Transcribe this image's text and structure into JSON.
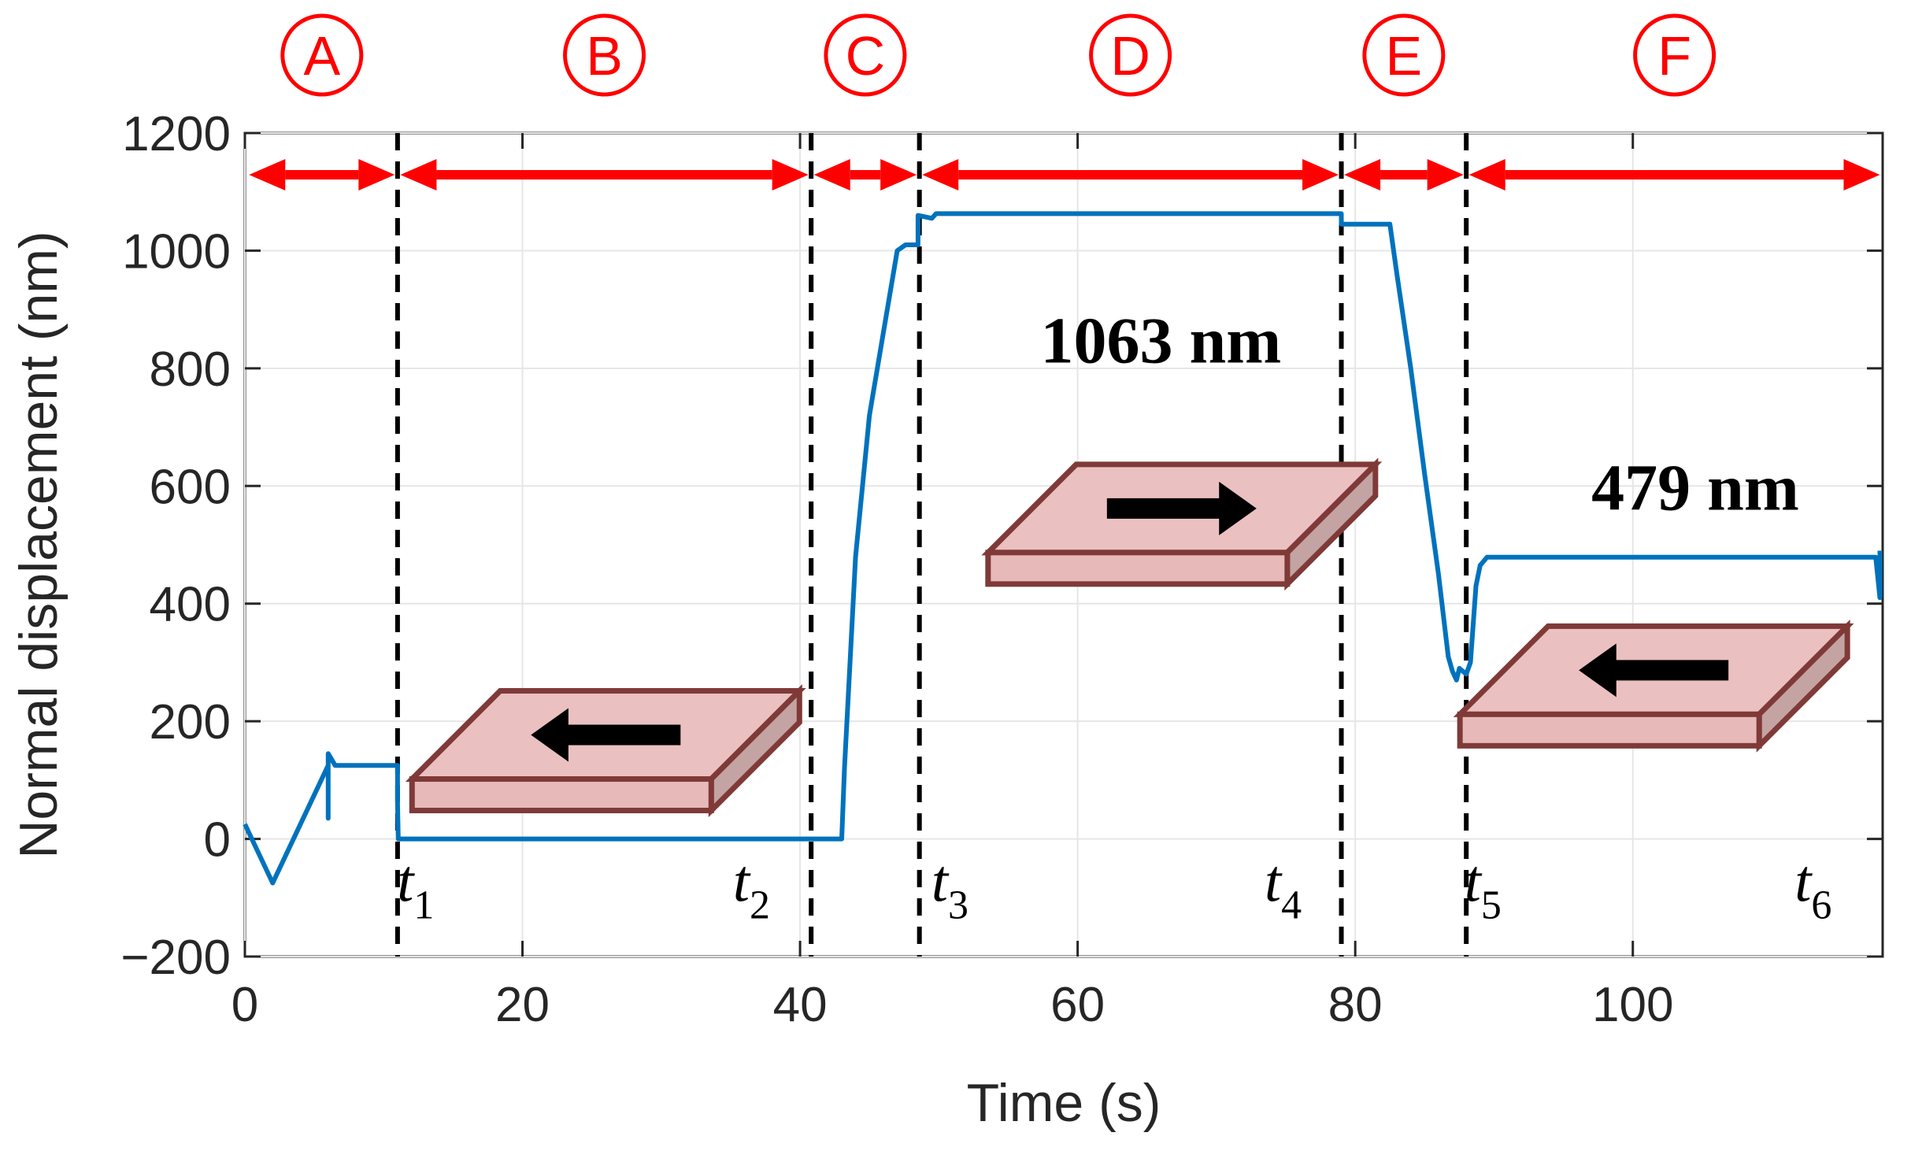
{
  "chart_data": {
    "type": "line",
    "xlabel": "Time (s)",
    "ylabel": "Normal displacement (nm)",
    "xlim": [
      0,
      118
    ],
    "ylim": [
      -200,
      1200
    ],
    "xticks": [
      0,
      20,
      40,
      60,
      80,
      100
    ],
    "yticks": [
      -200,
      0,
      200,
      400,
      600,
      800,
      1000,
      1200
    ],
    "ytick_labels": [
      "−200",
      "0",
      "200",
      "400",
      "600",
      "800",
      "1000",
      "1200"
    ],
    "series_color": "#0072bd",
    "series": [
      {
        "x": [
          0,
          2,
          6,
          6,
          6,
          6.5,
          11,
          11,
          11.05,
          30,
          41,
          43,
          43.2,
          44,
          45,
          46,
          47,
          47.6,
          48.5,
          48.5,
          49.5,
          49.8,
          52,
          60,
          70,
          79,
          79,
          82.5,
          83,
          84,
          85,
          86,
          86.7,
          87,
          87.3,
          87.5,
          88,
          88.3,
          88.7,
          89,
          89.5,
          100,
          117.5,
          117.8,
          117.8
        ],
        "y": [
          25,
          -75,
          125,
          35,
          145,
          125,
          125,
          60,
          0,
          0,
          0,
          0,
          120,
          480,
          720,
          860,
          1000,
          1010,
          1010,
          1060,
          1055,
          1063,
          1063,
          1063,
          1063,
          1063,
          1045,
          1045,
          960,
          800,
          620,
          450,
          310,
          285,
          270,
          290,
          280,
          300,
          430,
          465,
          479,
          479,
          479,
          410,
          490
        ]
      }
    ],
    "dividers": [
      11,
      40.8,
      48.6,
      79,
      88
    ],
    "time_labels": [
      {
        "base": "t",
        "sub": "1",
        "x": 12.3
      },
      {
        "base": "t",
        "sub": "2",
        "x": 36.5
      },
      {
        "base": "t",
        "sub": "3",
        "x": 50.8
      },
      {
        "base": "t",
        "sub": "4",
        "x": 74.8
      },
      {
        "base": "t",
        "sub": "5",
        "x": 89.2
      },
      {
        "base": "t",
        "sub": "6",
        "x": 113
      }
    ],
    "phase_color": "#ff0000",
    "phases": [
      {
        "label": "A",
        "x0": 0.3,
        "x1": 10.8
      },
      {
        "label": "B",
        "x0": 11.2,
        "x1": 40.6
      },
      {
        "label": "C",
        "x0": 41,
        "x1": 48.4
      },
      {
        "label": "D",
        "x0": 48.8,
        "x1": 78.8
      },
      {
        "label": "E",
        "x0": 79.2,
        "x1": 87.8
      },
      {
        "label": "F",
        "x0": 88.2,
        "x1": 117.8
      }
    ],
    "annotations": [
      {
        "text": "1063 nm",
        "x": 66,
        "y": 850
      },
      {
        "text": "479 nm",
        "x": 104.5,
        "y": 600
      }
    ],
    "slider_color": "#ebc0c0",
    "slider_edge_color": "#7f3a38",
    "sliders": [
      {
        "direction": "left",
        "x": 26,
        "y": 150
      },
      {
        "direction": "right",
        "x": 67.5,
        "y": 535
      },
      {
        "direction": "left",
        "x": 101.5,
        "y": 260
      }
    ]
  }
}
